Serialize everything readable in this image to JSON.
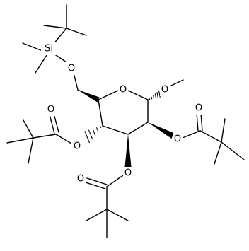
{
  "structure": {
    "type": "skeletal-formula",
    "line_color": "#000000",
    "background_color": "#ffffff",
    "atoms": {
      "silicon": "Si",
      "ether_oxygen_tbdms": "O",
      "ring_oxygen": "O",
      "methoxy_oxygen": "O",
      "ester_oxygen_c4": "O",
      "carbonyl_oxygen_c4": "O",
      "ester_oxygen_c3": "O",
      "carbonyl_oxygen_c3": "O",
      "ester_oxygen_c2": "O",
      "carbonyl_oxygen_c2": "O"
    }
  }
}
